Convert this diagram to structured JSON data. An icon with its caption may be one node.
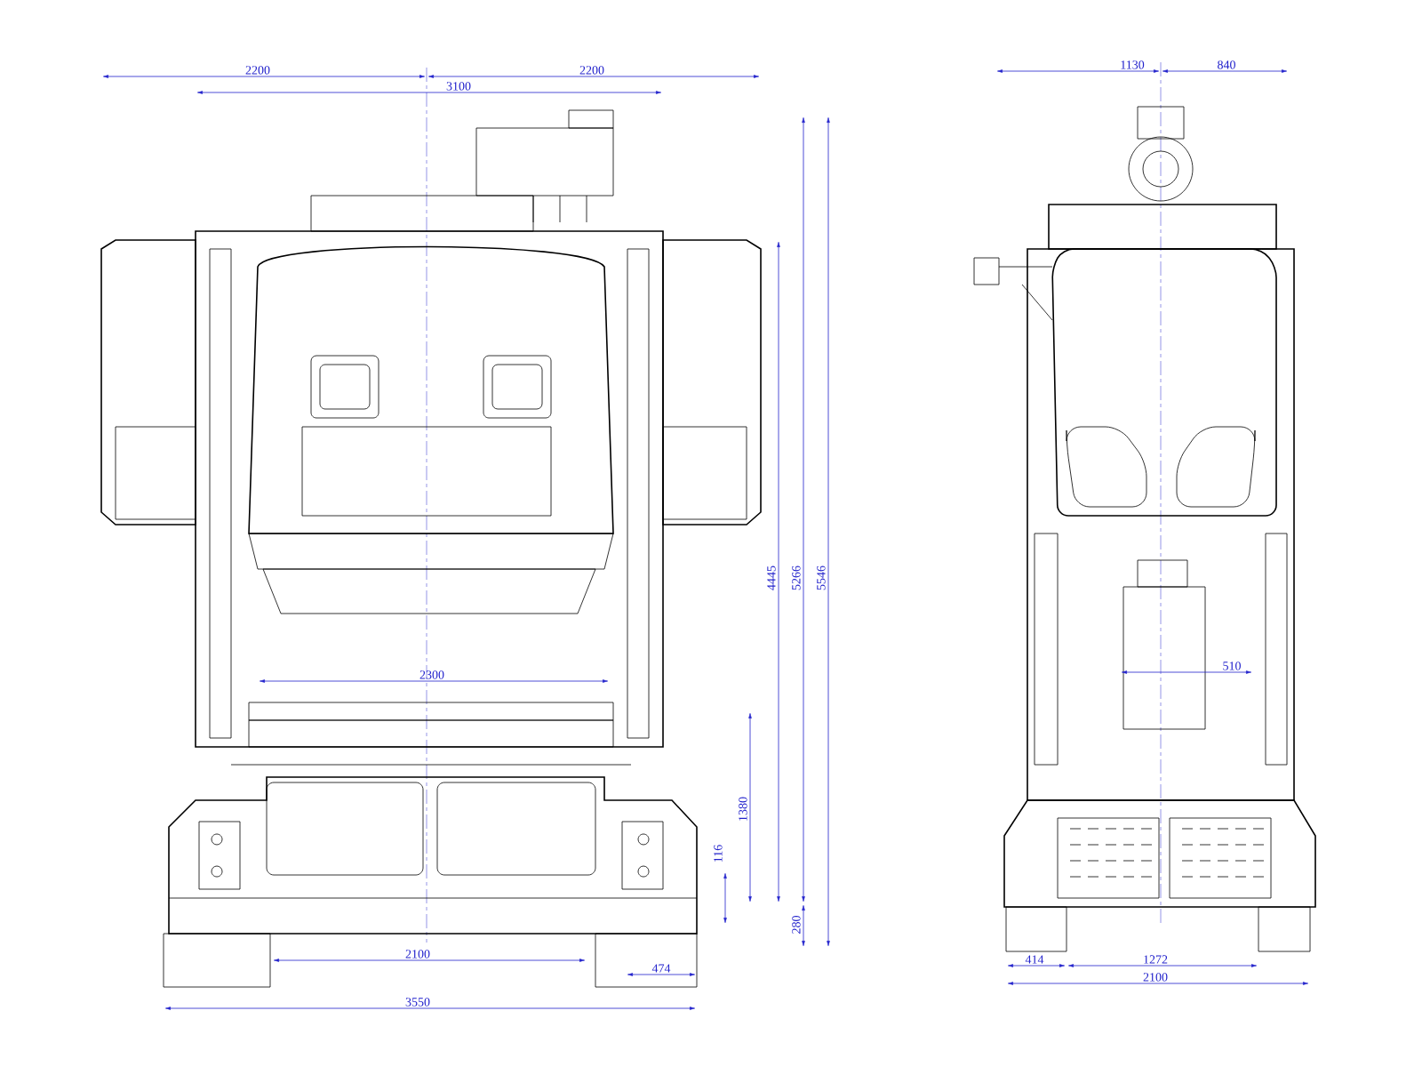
{
  "diagram": {
    "labels": [
      "2200",
      "2200",
      "3100",
      "1130",
      "840",
      "4445",
      "5266",
      "5546",
      "2300",
      "510",
      "1380",
      "116",
      "280",
      "2100",
      "474",
      "3550",
      "414",
      "1272",
      "2100"
    ]
  }
}
